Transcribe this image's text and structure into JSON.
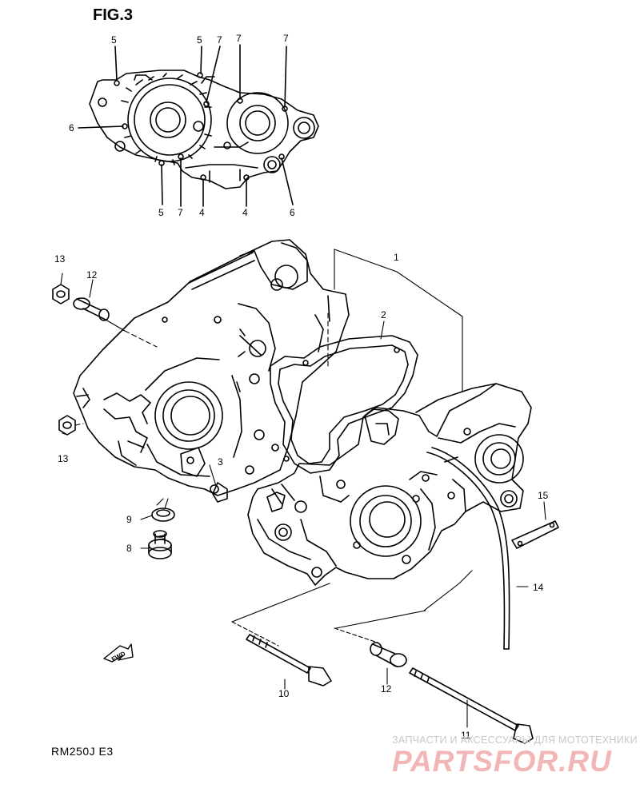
{
  "figure_title": "FIG.3",
  "model_code": "RM250J  E3",
  "watermark": {
    "tagline": "ЗАПЧАСТИ И АКСЕССУАРЫ ДЛЯ МОТОТЕХНИКИ",
    "brand": "PARTSFOR.RU"
  },
  "fwd_label": "FWD",
  "detail_callouts": [
    "5",
    "5",
    "7",
    "7",
    "7",
    "6",
    "5",
    "7",
    "4",
    "4",
    "6"
  ],
  "part_callouts": [
    "1",
    "2",
    "3",
    "8",
    "9",
    "10",
    "11",
    "12",
    "12",
    "13",
    "13",
    "14",
    "15"
  ],
  "colors": {
    "line": "#000000",
    "watermark_red": "#f2b6b6",
    "watermark_gray": "#c7c7c7"
  }
}
